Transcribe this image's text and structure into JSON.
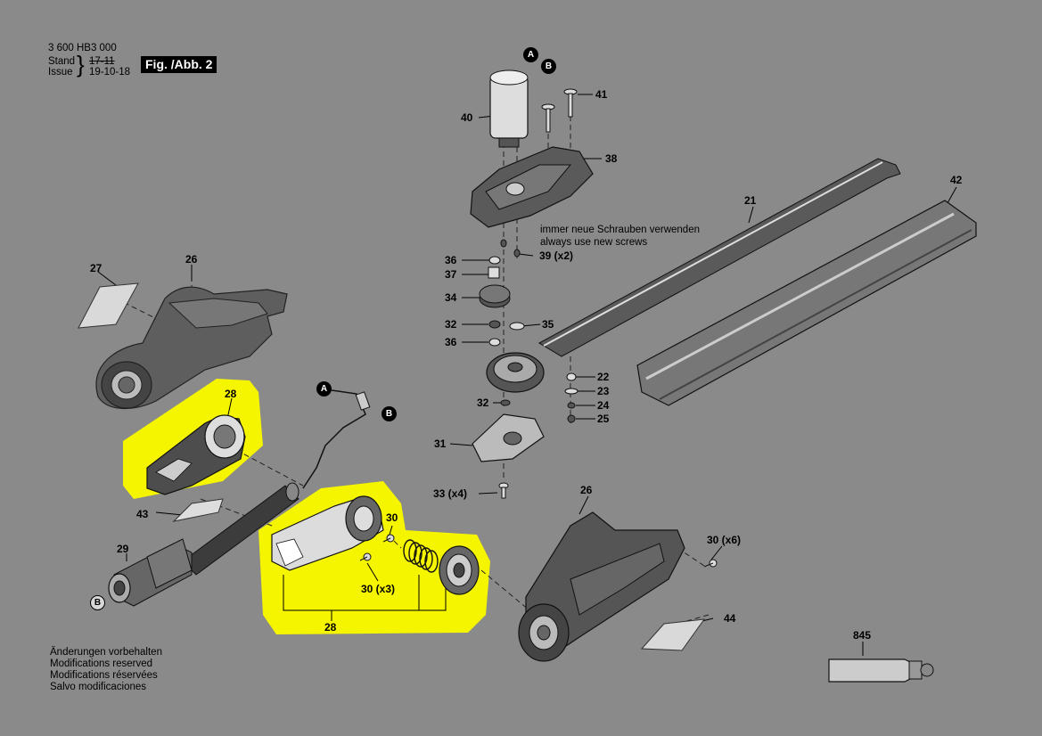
{
  "header": {
    "doc_number": "3 600 HB3 000",
    "stand_label": "Stand",
    "issue_label": "Issue",
    "stand_value": "17-11",
    "issue_value": "19-10-18",
    "figure_label": "Fig. /Abb. 2"
  },
  "note": {
    "line_de": "immer neue Schrauben verwenden",
    "line_en": "always use new screws"
  },
  "footer": {
    "lines": [
      "Änderungen vorbehalten",
      "Modifications reserved",
      "Modifications réservées",
      "Salvo modificaciones"
    ]
  },
  "connectors": [
    "A",
    "B"
  ],
  "part_labels": {
    "p21": "21",
    "p22": "22",
    "p23": "23",
    "p24": "24",
    "p25": "25",
    "p26a": "26",
    "p26b": "26",
    "p27": "27",
    "p28a": "28",
    "p28b": "28",
    "p29": "29",
    "p30": "30",
    "p30x3": "30 (x3)",
    "p30x6": "30 (x6)",
    "p31": "31",
    "p32a": "32",
    "p32b": "32",
    "p33": "33 (x4)",
    "p34": "34",
    "p35": "35",
    "p36a": "36",
    "p36b": "36",
    "p37": "37",
    "p38": "38",
    "p39": "39 (x2)",
    "p40": "40",
    "p41": "41",
    "p42": "42",
    "p43": "43",
    "p44": "44",
    "p845": "845"
  },
  "colors": {
    "background": "#8a8a8a",
    "highlight": "#f5f500",
    "part_fill": "#5a5a5a",
    "part_dark": "#2f2f2f",
    "part_light": "#d4d4d4"
  }
}
